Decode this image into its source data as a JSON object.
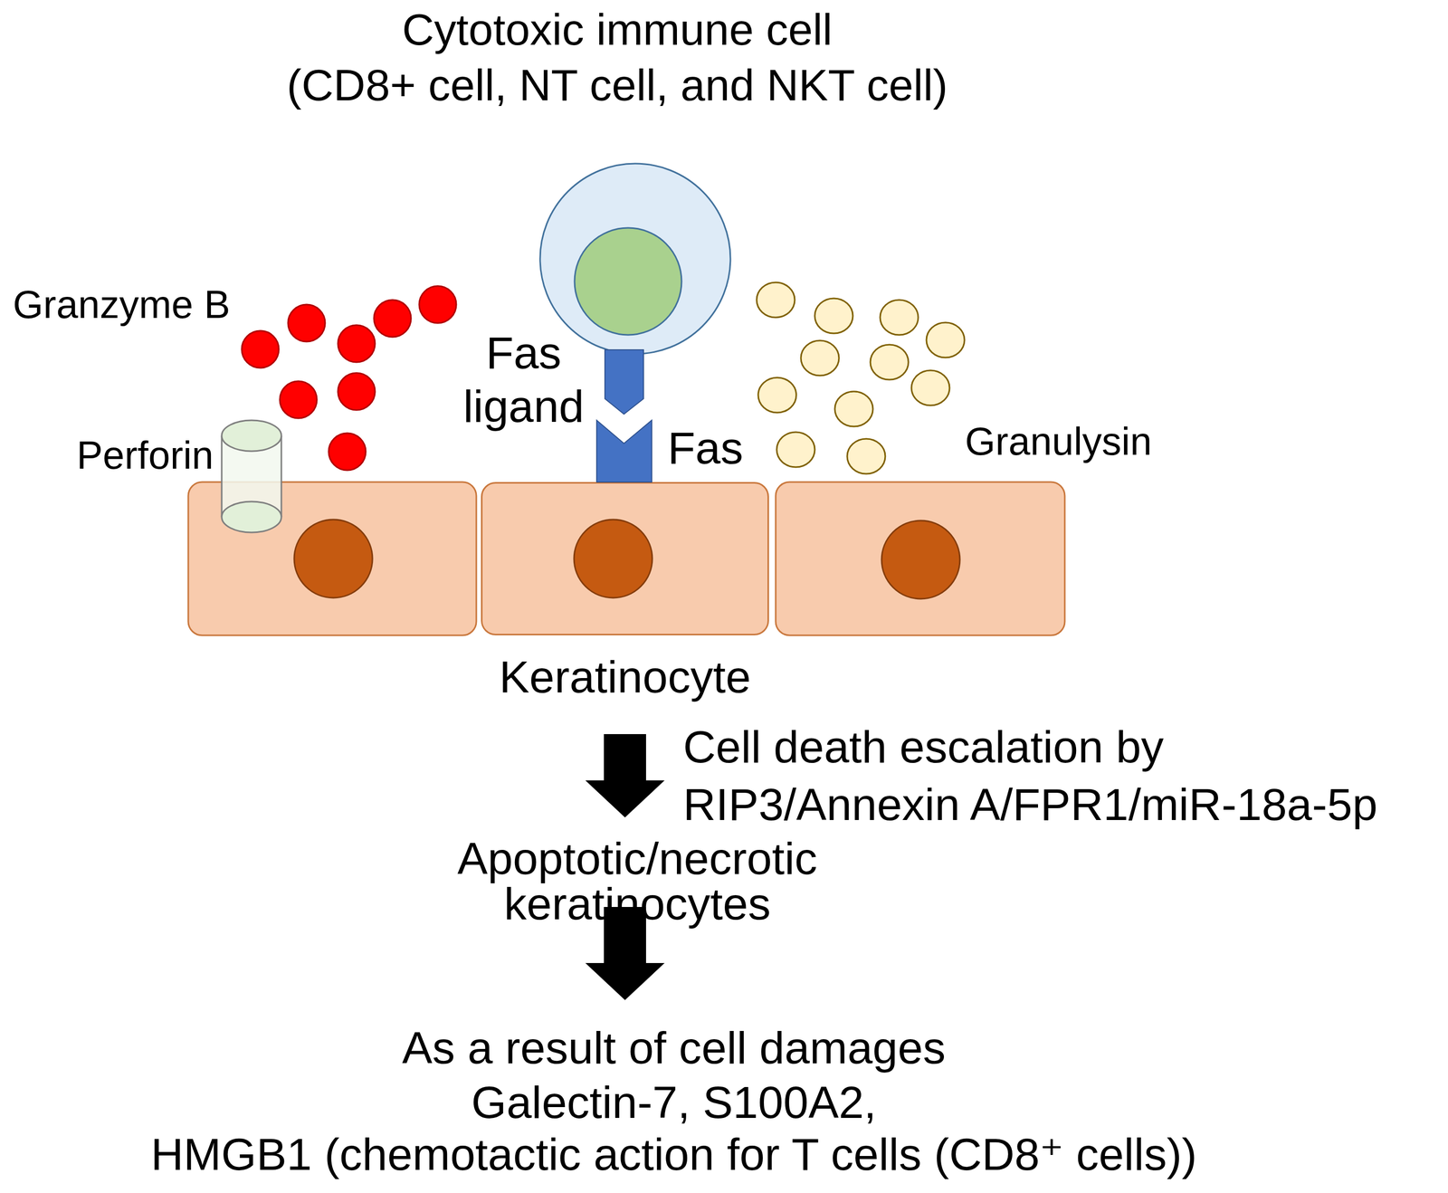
{
  "diagram": {
    "nodes": [
      {
        "text": [
          "Cytotoxic immune cell",
          "(CD8+ cell, NT cell, and NKT cell)"
        ]
      },
      {
        "text": [
          "Keratinocyte"
        ]
      },
      {
        "text": [
          "Apoptotic/necrotic keratinocytes"
        ]
      },
      {
        "text": [
          "As a result of cell damages",
          "Galectin-7, S100A2,",
          "HMGB1 (chemotactic action for T cells (CD8⁺ cells))"
        ]
      }
    ],
    "edges": [
      {
        "from": 1,
        "to": 2,
        "arrow": "to",
        "label": "Cell death escalation by RIP3/Annexin A/FPR1/miR-18a-5p"
      },
      {
        "from": 2,
        "to": 3,
        "arrow": "to"
      }
    ],
    "labels": [
      "Granzyme B",
      "Perforin",
      "Fas ligand",
      "Fas",
      "Granulysin"
    ]
  }
}
